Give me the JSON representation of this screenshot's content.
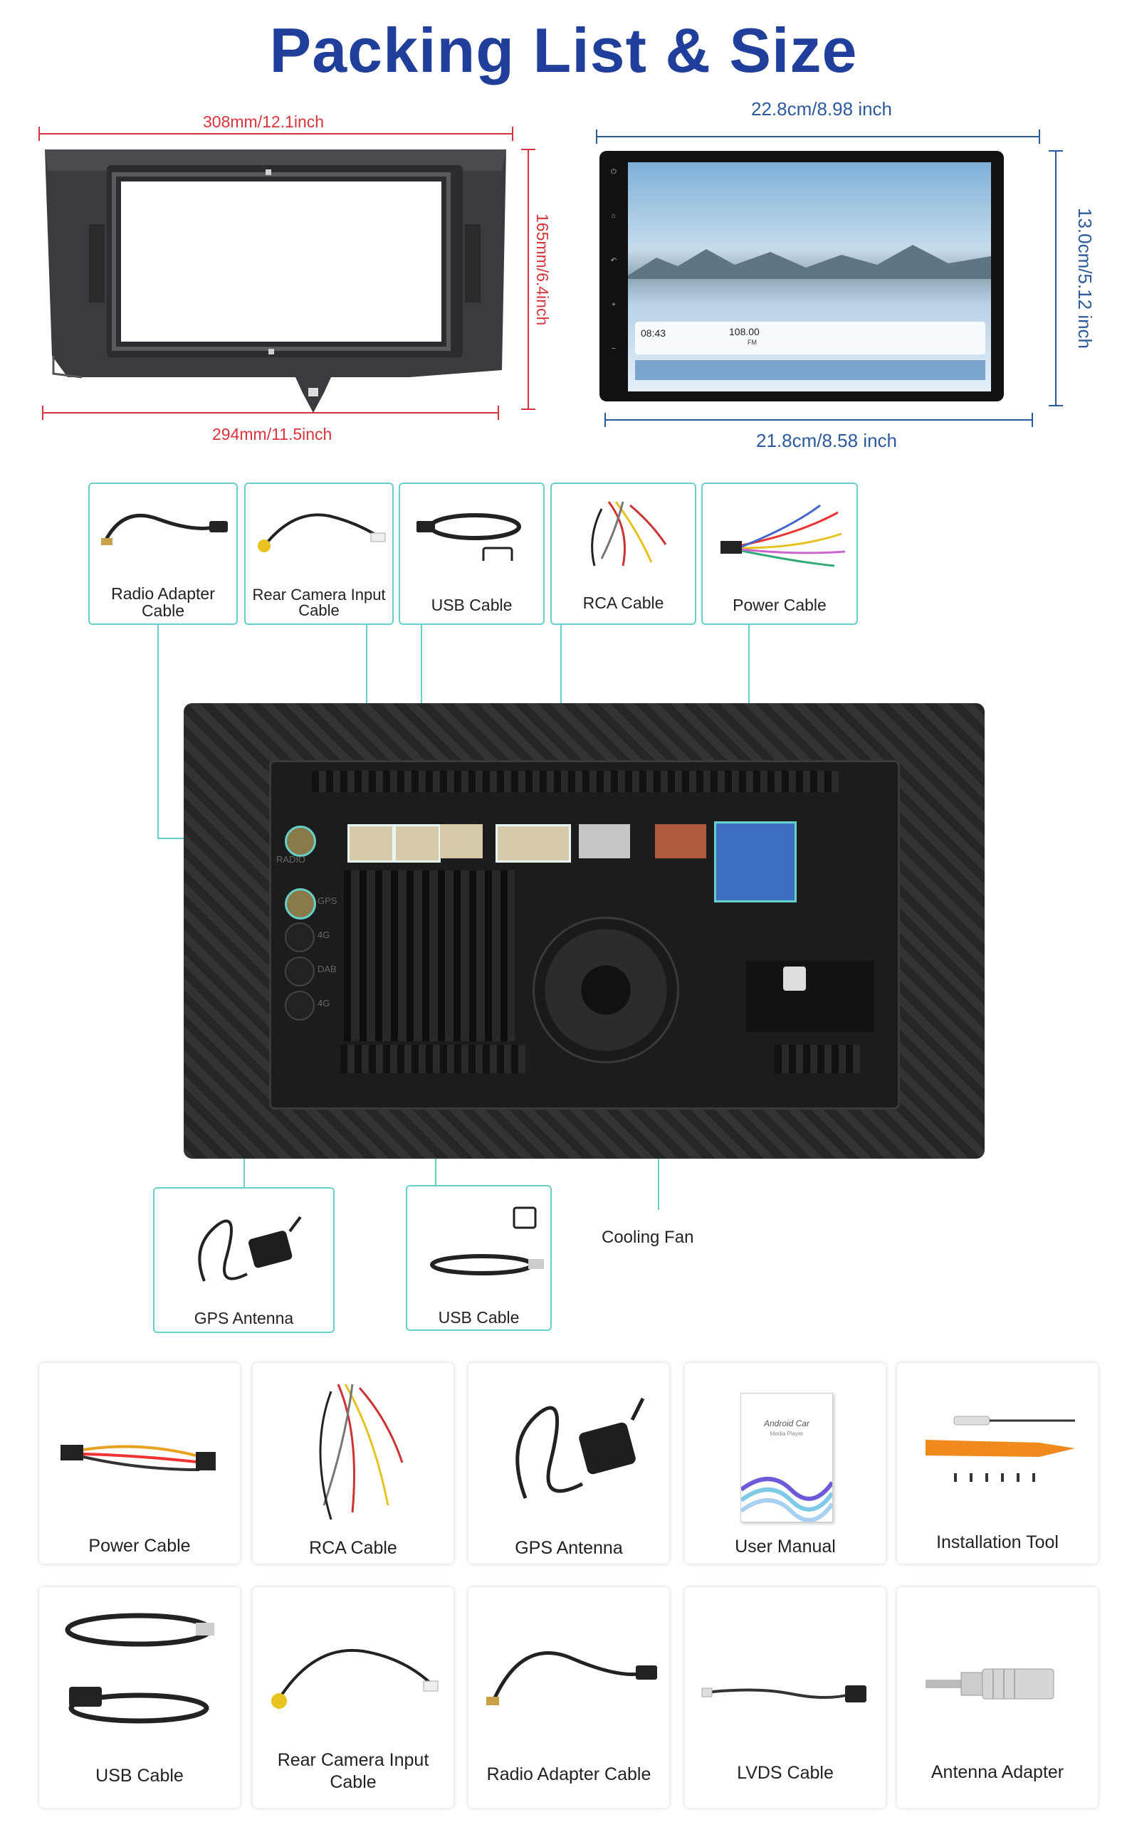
{
  "title": "Packing List & Size",
  "dimensions": {
    "frame_top": "308mm/12.1inch",
    "frame_side": "165mm/6.4inch",
    "frame_bottom": "294mm/11.5inch",
    "screen_top": "22.8cm/8.98 inch",
    "screen_side": "13.0cm/5.12 inch",
    "screen_bottom": "21.8cm/8.58 inch"
  },
  "screen_ui": {
    "clock": "08:43",
    "radio_freq": "108.00",
    "radio_band": "FM"
  },
  "back_panel": {
    "port_radio": "RADIO",
    "port_gps": "GPS",
    "port_4g_1": "4G",
    "port_dab": "DAB",
    "port_4g_2": "4G"
  },
  "callouts_top": [
    {
      "label": "Radio Adapter Cable"
    },
    {
      "label": "Rear Camera Input Cable"
    },
    {
      "label": "USB Cable"
    },
    {
      "label": "RCA Cable"
    },
    {
      "label": "Power Cable"
    }
  ],
  "callouts_bottom": [
    {
      "label": "GPS Antenna"
    },
    {
      "label": "USB Cable"
    }
  ],
  "cooling_fan_label": "Cooling Fan",
  "package_row1": [
    {
      "label": "Power Cable"
    },
    {
      "label": "RCA Cable"
    },
    {
      "label": "GPS Antenna"
    },
    {
      "label": "User Manual"
    },
    {
      "label": "Installation Tool"
    }
  ],
  "package_row2": [
    {
      "label": "USB Cable"
    },
    {
      "label": "Rear Camera Input Cable"
    },
    {
      "label": "Radio Adapter Cable"
    },
    {
      "label": "LVDS Cable"
    },
    {
      "label": "Antenna Adapter"
    }
  ],
  "manual_cover": {
    "brand": "Android Car",
    "subtitle": "Media Player"
  },
  "colors": {
    "title": "#1f3f9b",
    "red_dimension": "#d8343d",
    "blue_dimension": "#2d5a9c",
    "callout_border": "#67d0c9"
  }
}
